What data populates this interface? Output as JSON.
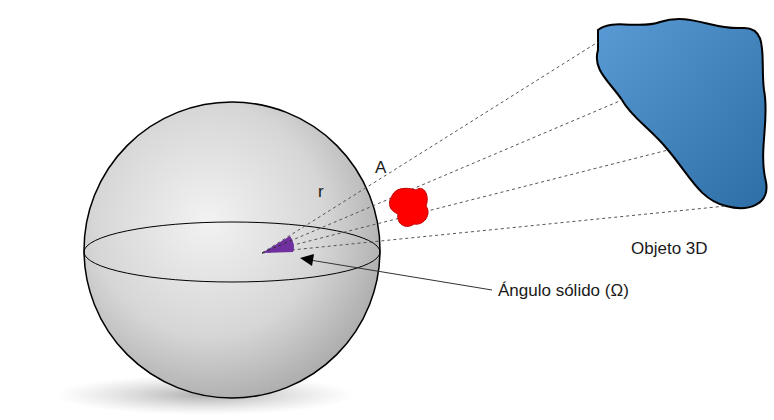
{
  "diagram": {
    "labels": [
      "A",
      "r",
      "Objeto 3D",
      "Ángulo sólido (Ω)"
    ]
  }
}
